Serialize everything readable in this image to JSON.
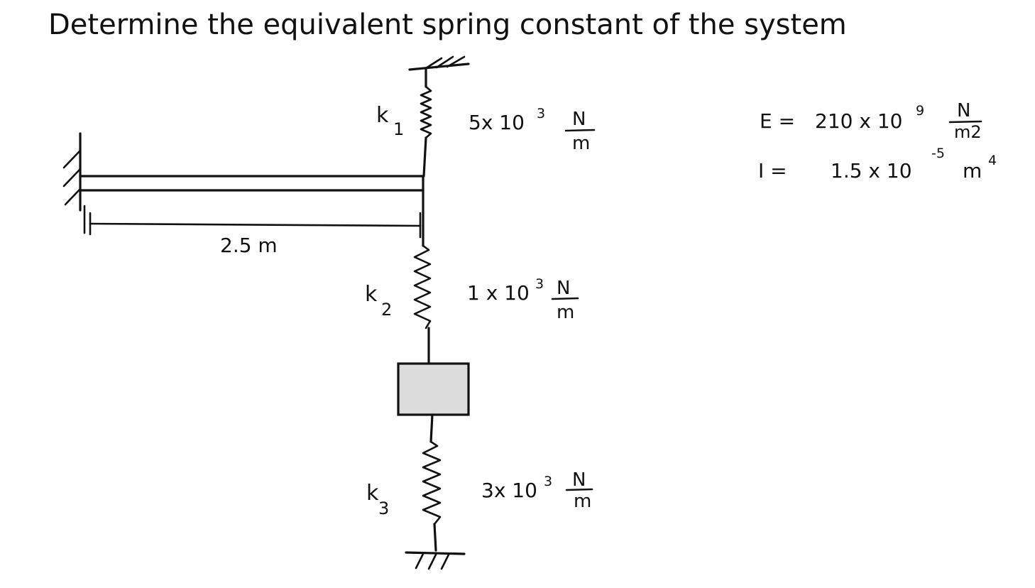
{
  "title": "Determine the equivalent spring constant of the system",
  "springs": [
    {
      "symbol": "k",
      "subscript": "1",
      "coefficient": "5x 10",
      "exponent": "3",
      "unit_num": "N",
      "unit_den": "m"
    },
    {
      "symbol": "k",
      "subscript": "2",
      "coefficient": "1 x 10",
      "exponent": "3",
      "unit_num": "N",
      "unit_den": "m"
    },
    {
      "symbol": "k",
      "subscript": "3",
      "coefficient": "3x 10",
      "exponent": "3",
      "unit_num": "N",
      "unit_den": "m"
    }
  ],
  "beam": {
    "length_label": "2.5 m"
  },
  "properties": {
    "E": {
      "lhs": "E =",
      "coefficient": "210 x 10",
      "exponent": "9",
      "unit_num": "N",
      "unit_den": "m2"
    },
    "I": {
      "lhs": "I =",
      "coefficient": "1.5 x 10",
      "exponent": "-5",
      "unit": "m",
      "unit_exponent": "4"
    }
  },
  "colors": {
    "ink": "#111111",
    "mass_fill": "#dcdcdc",
    "background": "#ffffff"
  }
}
